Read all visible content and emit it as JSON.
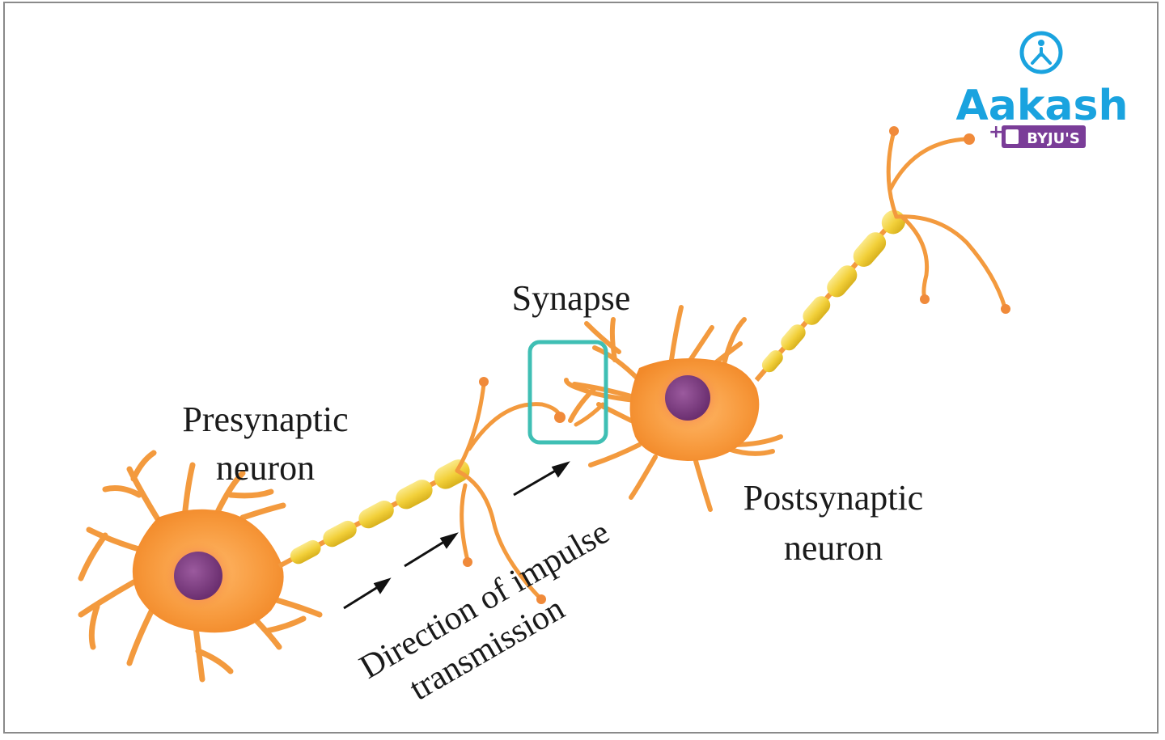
{
  "labels": {
    "synapse": "Synapse",
    "presynaptic_line1": "Presynaptic",
    "presynaptic_line2": "neuron",
    "postsynaptic_line1": "Postsynaptic",
    "postsynaptic_line2": "neuron",
    "direction_line1": "Direction of impulse",
    "direction_line2": "transmission"
  },
  "logo": {
    "brand": "Aakash",
    "sub": "BYJU'S",
    "icon": "aakash-person-icon"
  },
  "colors": {
    "cell_body": "#f7993c",
    "dendrite": "#f39a3e",
    "nucleus": "#7b3d7f",
    "myelin": "#f2d53c",
    "synapse_box": "#3fbfb4",
    "brand_blue": "#1aa3df",
    "brand_purple": "#7a3d98"
  }
}
